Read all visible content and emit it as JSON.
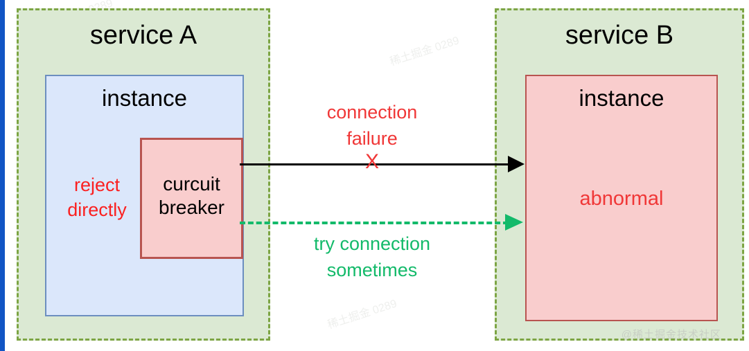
{
  "diagram": {
    "title": "circuit breaker between service A and service B",
    "colors": {
      "service_fill": "#dbe9d3",
      "service_border": "#7da544",
      "instance_a_fill": "#dbe7fb",
      "instance_a_border": "#6c8ebf",
      "instance_b_fill": "#f9cdcd",
      "instance_b_border": "#b85450",
      "red_text": "#f03737",
      "green_text": "#13ba6a",
      "black": "#000000",
      "page_edge": "#1155c4"
    }
  },
  "service_a": {
    "title": "service A",
    "instance": {
      "title": "instance",
      "reject_label": "reject\ndirectly",
      "breaker": {
        "label": "curcuit\nbreaker"
      }
    }
  },
  "service_b": {
    "title": "service B",
    "instance": {
      "title": "instance",
      "status_label": "abnormal"
    }
  },
  "connections": {
    "failed": {
      "label": "connection\nfailure",
      "marker": "X",
      "style": "solid",
      "color": "#000000"
    },
    "retry": {
      "label": "try connection\nsometimes",
      "style": "dashed",
      "color": "#13ba6a"
    }
  },
  "watermark": {
    "credit": "@稀土掘金技术社区",
    "tiles": [
      "稀土掘金 0289",
      "稀土掘金 0289",
      "稀土掘金 0289",
      "稀土掘金 0289",
      "稀土掘金 0289",
      "稀土掘金 0289"
    ]
  }
}
